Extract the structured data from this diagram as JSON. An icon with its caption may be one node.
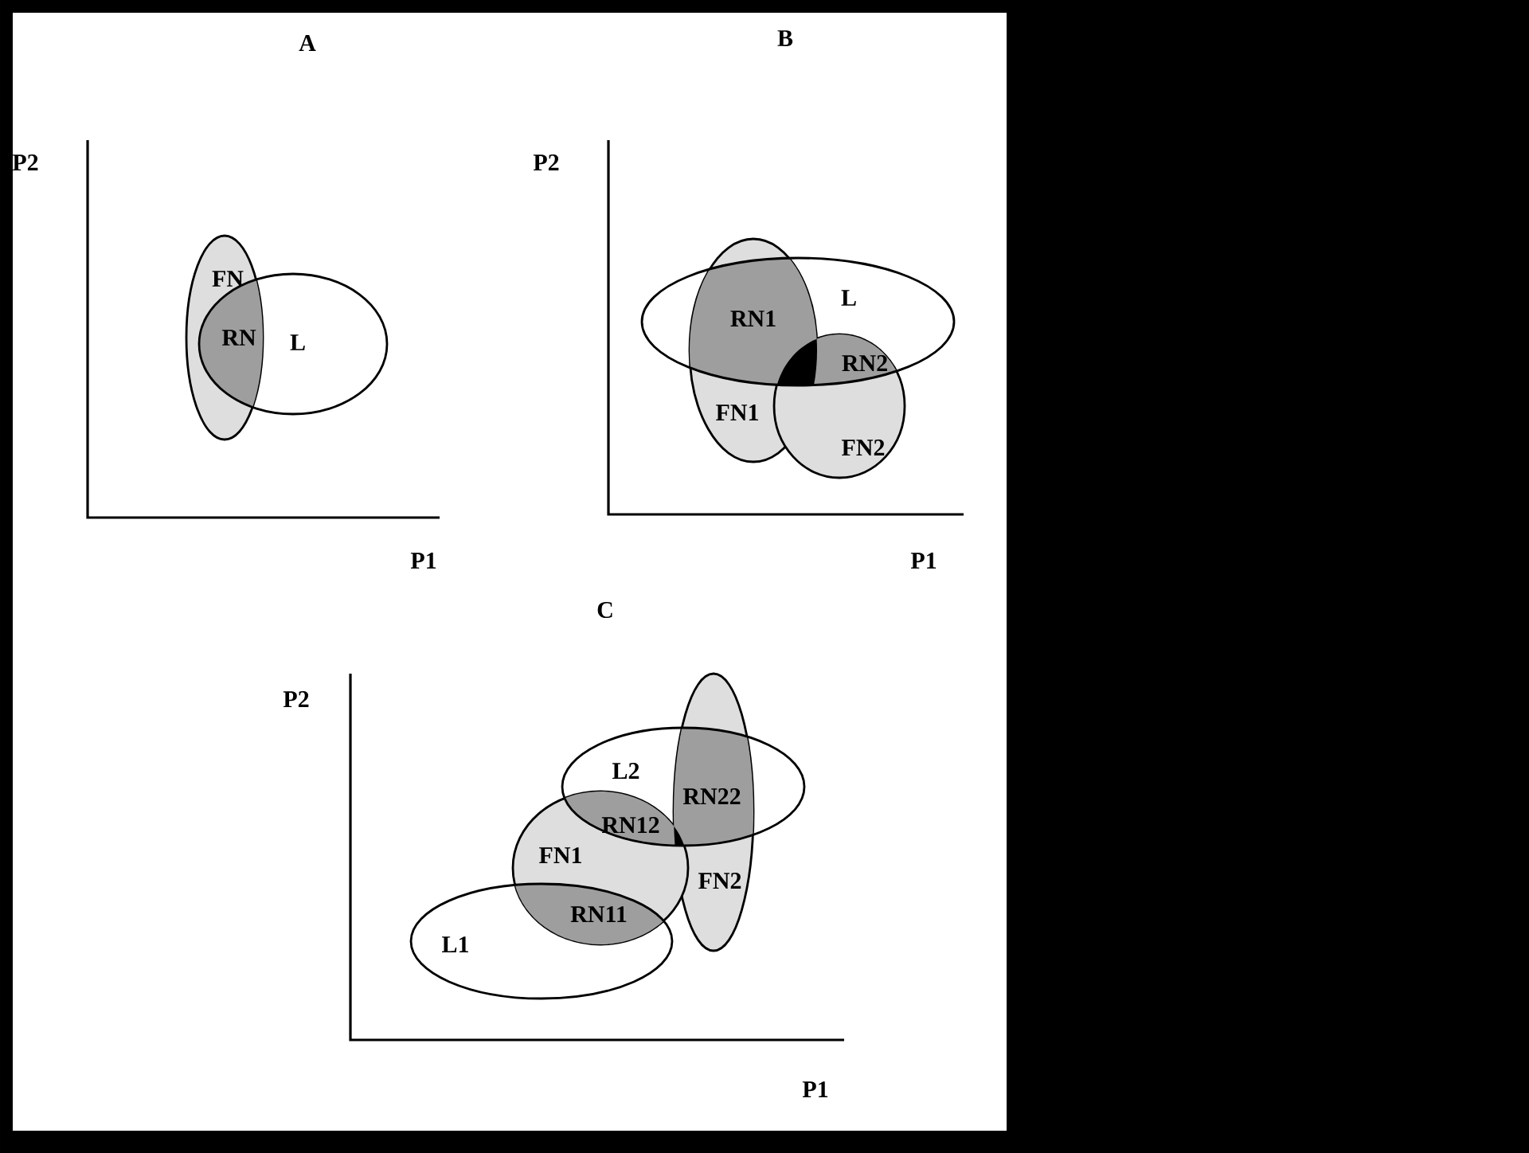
{
  "diagram": {
    "nodes": [
      {
        "text": [
          "FN"
        ]
      },
      {
        "text": [
          "L"
        ]
      },
      {
        "text": [
          "FN1"
        ]
      },
      {
        "text": [
          "L"
        ]
      },
      {
        "text": [
          "FN2"
        ]
      },
      {
        "text": [
          "FN2"
        ]
      },
      {
        "text": [
          "L2"
        ]
      },
      {
        "text": [
          "FN1"
        ]
      },
      {
        "text": [
          "L1"
        ]
      }
    ],
    "labels": [
      "A",
      "P2",
      "RN",
      "P1",
      "B",
      "P2",
      "RN1",
      "RN2",
      "P1",
      "C",
      "P2",
      "RN22",
      "RN12",
      "RN11",
      "P1"
    ]
  }
}
